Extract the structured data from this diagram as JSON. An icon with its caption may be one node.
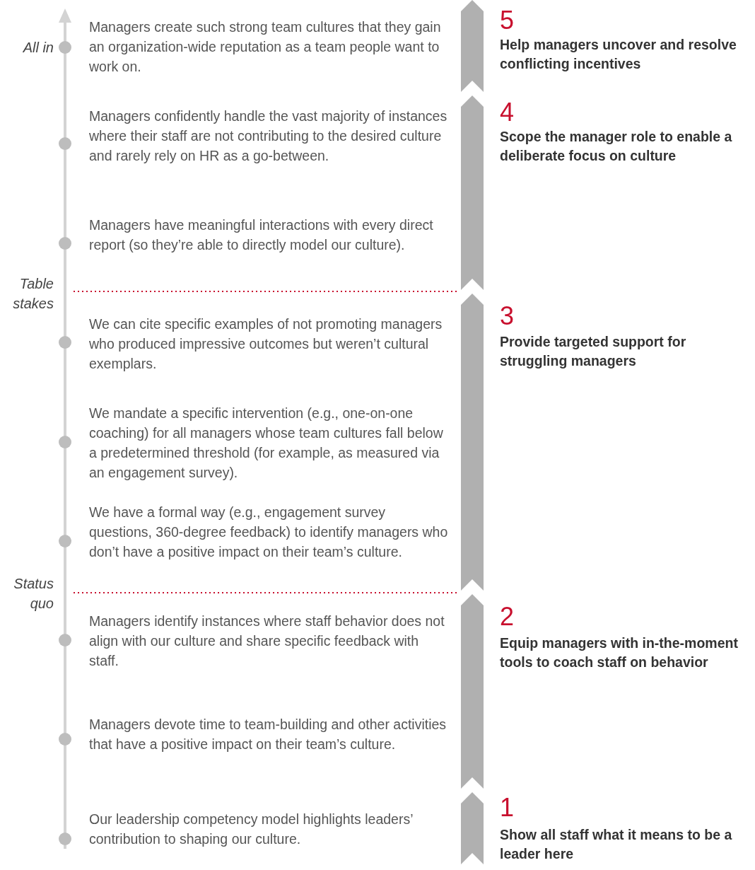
{
  "diagram": {
    "nodes": [
      {
        "text": [],
        "shape": "circle",
        "beside": [
          "Managers create such strong team cultures that they gain an organization-wide reputation as a team people want to work on."
        ]
      },
      {
        "text": [],
        "shape": "circle",
        "beside": [
          "Managers confidently handle the vast majority of instances where their staff are not contributing to the desired culture and rarely rely on HR as a go-between."
        ]
      },
      {
        "text": [],
        "shape": "circle",
        "beside": [
          "Managers have meaningful interactions with every direct report (so they’re able to directly model our culture)."
        ]
      },
      {
        "text": [],
        "shape": "circle",
        "beside": [
          "We can cite specific examples of not promoting managers who produced impressive outcomes but weren’t cultural exemplars."
        ]
      },
      {
        "text": [],
        "shape": "circle",
        "beside": [
          "We mandate a specific intervention (e.g., one-on-one coaching) for all managers whose team cultures fall below a predetermined threshold (for example, as measured via an engagement survey)."
        ]
      },
      {
        "text": [],
        "shape": "circle",
        "beside": [
          "We have a formal way (e.g., engagement survey questions, 360-degree feedback) to identify managers who don’t have a positive impact on their team’s culture."
        ]
      },
      {
        "text": [],
        "shape": "circle",
        "beside": [
          "Managers identify instances where staff behavior does not align with our culture and share specific feedback with staff."
        ]
      },
      {
        "text": [],
        "shape": "circle",
        "beside": [
          "Managers devote time to team-building and other activities that have a positive impact on their team’s culture."
        ]
      },
      {
        "text": [],
        "shape": "circle",
        "beside": [
          "Our leadership competency model highlights leaders’ contribution to shaping our culture."
        ]
      },
      {
        "text": [],
        "shape": "chevron",
        "beside": [
          "5",
          "Help managers uncover and resolve conflicting incentives"
        ]
      },
      {
        "text": [],
        "shape": "chevron",
        "beside": [
          "4",
          "Scope the manager role to enable a deliberate focus on culture"
        ]
      },
      {
        "text": [],
        "shape": "chevron",
        "beside": [
          "3",
          "Provide targeted support for struggling managers"
        ]
      },
      {
        "text": [],
        "shape": "chevron",
        "beside": [
          "2",
          "Equip managers with in-the-moment tools to coach staff on behavior"
        ]
      },
      {
        "text": [],
        "shape": "chevron",
        "beside": [
          "1",
          "Show all staff what it means to be a leader here"
        ]
      }
    ],
    "labels": [
      "All in",
      "Table stakes",
      "Status quo"
    ]
  }
}
